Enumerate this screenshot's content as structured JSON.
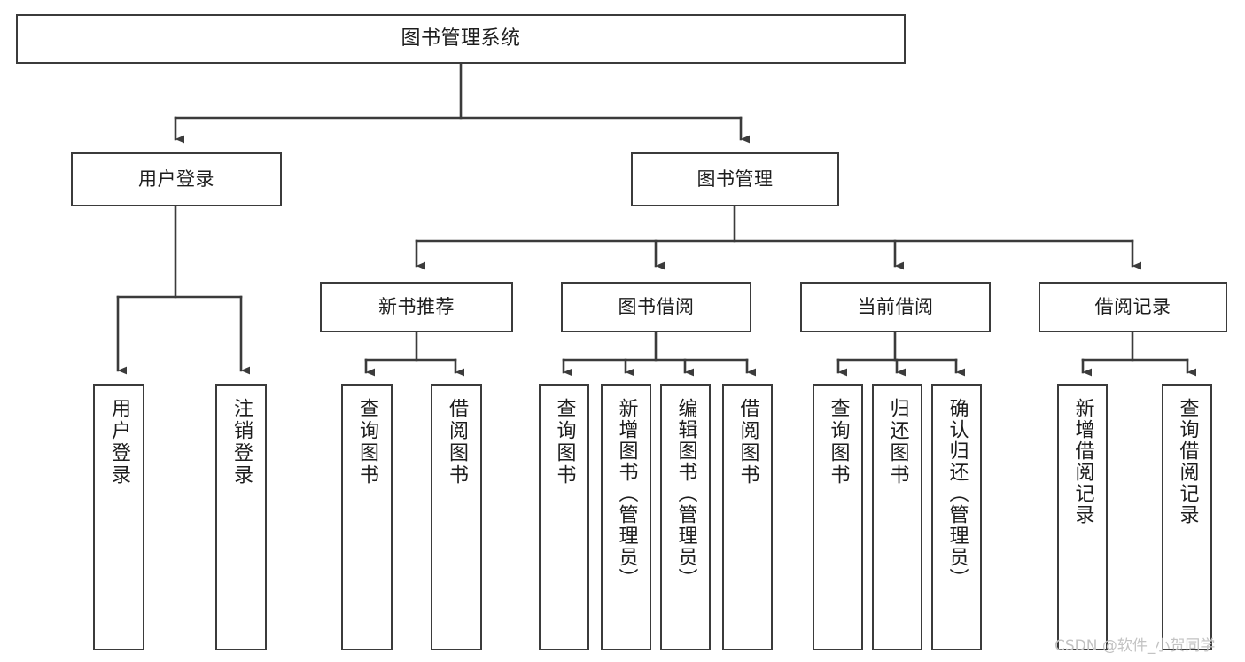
{
  "diagram": {
    "title": "图书管理系统",
    "type": "tree-hierarchy",
    "root": {
      "label": "图书管理系统"
    },
    "level1": [
      {
        "label": "用户登录"
      },
      {
        "label": "图书管理"
      }
    ],
    "level2": [
      {
        "label": "新书推荐"
      },
      {
        "label": "图书借阅"
      },
      {
        "label": "当前借阅"
      },
      {
        "label": "借阅记录"
      }
    ],
    "leaves": {
      "user_login": [
        {
          "label": "用户登录"
        },
        {
          "label": "注销登录"
        }
      ],
      "new_book_recommend": [
        {
          "label": "查询图书"
        },
        {
          "label": "借阅图书"
        }
      ],
      "book_borrow": [
        {
          "label": "查询图书"
        },
        {
          "label": "新增图书（管理员）"
        },
        {
          "label": "编辑图书（管理员）"
        },
        {
          "label": "借阅图书"
        }
      ],
      "current_borrow": [
        {
          "label": "查询图书"
        },
        {
          "label": "归还图书"
        },
        {
          "label": "确认归还（管理员）"
        }
      ],
      "borrow_record": [
        {
          "label": "新增借阅记录"
        },
        {
          "label": "查询借阅记录"
        }
      ]
    }
  },
  "watermark": {
    "text": "CSDN @软件_小贺同学"
  },
  "colors": {
    "node_border": "#3b3b3b",
    "node_fill": "#ffffff",
    "edge": "#3b3b3b",
    "text": "#1d1d1d",
    "watermark": "#c3c3c3",
    "background": "#ffffff"
  }
}
